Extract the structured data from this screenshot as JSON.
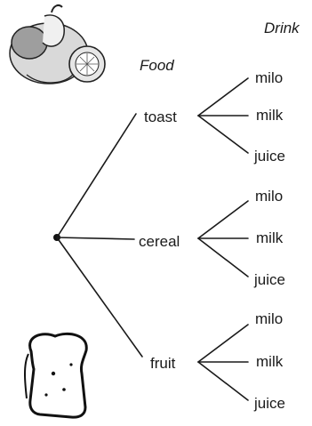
{
  "headers": {
    "food": "Food",
    "drink": "Drink"
  },
  "foods": [
    {
      "label": "toast",
      "drinks": [
        "milo",
        "milk",
        "juice"
      ]
    },
    {
      "label": "cereal",
      "drinks": [
        "milo",
        "milk",
        "juice"
      ]
    },
    {
      "label": "fruit",
      "drinks": [
        "milo",
        "milk",
        "juice"
      ]
    }
  ],
  "icons": {
    "top_left": "fruit-bowl-icon",
    "bottom_left": "bread-slice-icon"
  }
}
